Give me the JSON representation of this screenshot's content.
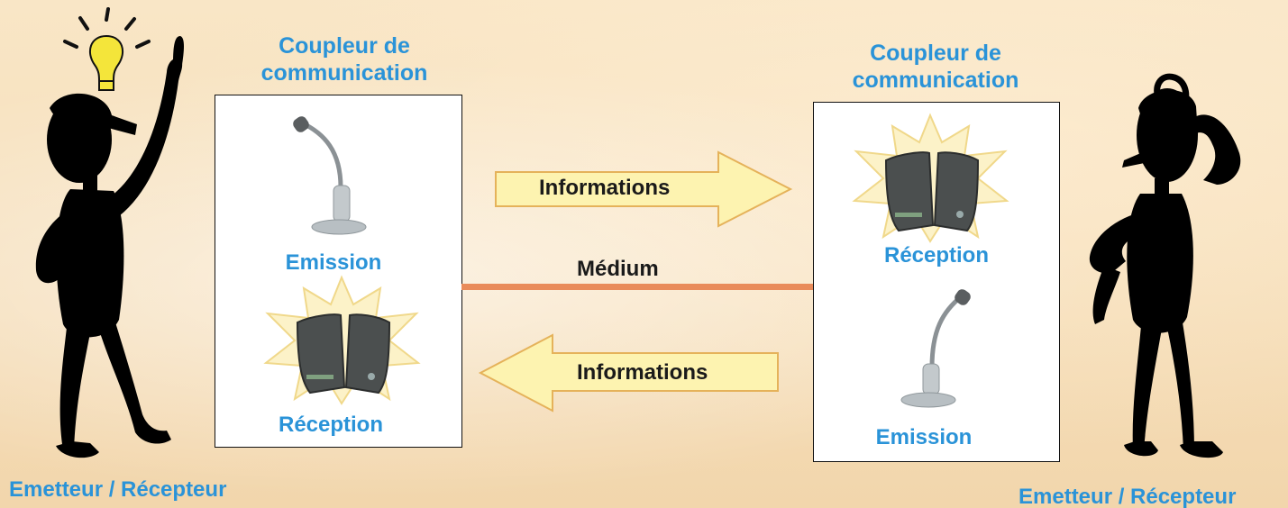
{
  "left": {
    "coupler_title_line1": "Coupleur de",
    "coupler_title_line2": "communication",
    "emission_label": "Emission",
    "reception_label": "Réception",
    "person_label": "Emetteur / Récepteur"
  },
  "right": {
    "coupler_title_line1": "Coupleur de",
    "coupler_title_line2": "communication",
    "emission_label": "Emission",
    "reception_label": "Réception",
    "person_label": "Emetteur / Récepteur"
  },
  "arrows": {
    "top_label": "Informations",
    "bottom_label": "Informations",
    "medium_label": "Médium"
  },
  "colors": {
    "label_blue": "#2a93d8",
    "arrow_fill": "#fdf3b0",
    "arrow_stroke": "#e5b25a",
    "medium_line": "#e98b5a",
    "bulb": "#f4e53a"
  }
}
